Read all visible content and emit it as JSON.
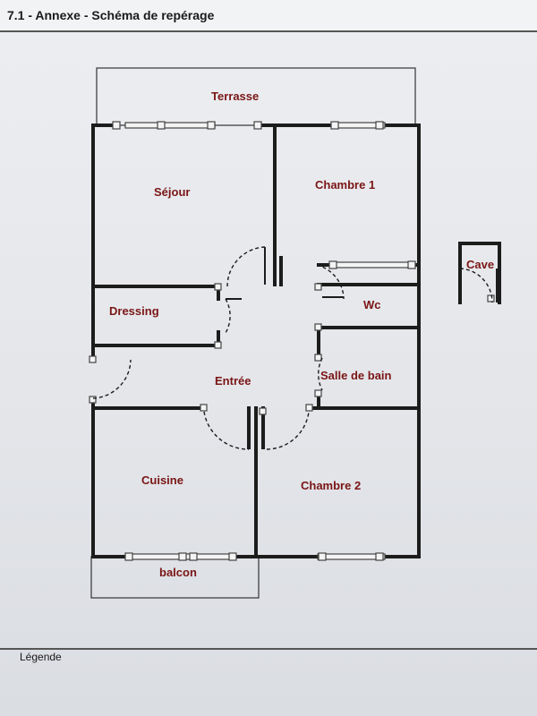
{
  "header": {
    "title": "7.1 - Annexe - Schéma de repérage"
  },
  "rooms": {
    "terrasse": "Terrasse",
    "sejour": "Séjour",
    "chambre1": "Chambre 1",
    "dressing": "Dressing",
    "wc": "Wc",
    "entree": "Entrée",
    "salle_de_bain": "Salle de bain",
    "cuisine": "Cuisine",
    "chambre2": "Chambre 2",
    "balcon": "balcon",
    "cave": "Cave"
  },
  "legend": {
    "label": "Légende"
  },
  "colors": {
    "label": "#7a1515",
    "wall": "#1c1c1c"
  }
}
